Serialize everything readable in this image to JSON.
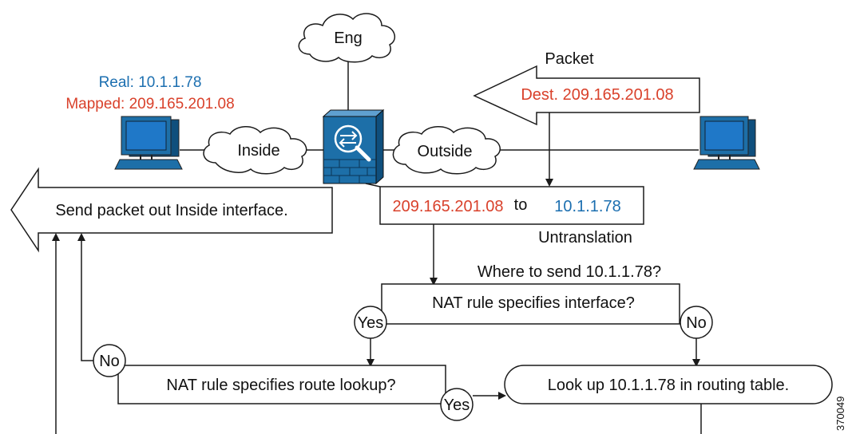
{
  "clouds": {
    "eng": "Eng",
    "inside": "Inside",
    "outside": "Outside"
  },
  "host": {
    "real_label": "Real: 10.1.1.78",
    "mapped_label": "Mapped: 209.165.201.08"
  },
  "packet": {
    "title": "Packet",
    "dest": "Dest. 209.165.201.08"
  },
  "untranslation": {
    "from": "209.165.201.08",
    "to_word": "to",
    "to": "10.1.1.78",
    "caption": "Untranslation"
  },
  "send_out": "Send packet out Inside interface.",
  "question": "Where to send 10.1.1.78?",
  "decision_interface": {
    "text": "NAT rule specifies interface?",
    "yes": "Yes",
    "no": "No"
  },
  "decision_route": {
    "text": "NAT rule specifies route lookup?",
    "yes": "Yes",
    "no": "No"
  },
  "lookup": "Look up 10.1.1.78 in routing table.",
  "figure_id": "370049",
  "colors": {
    "red": "#d9412b",
    "blue": "#1c6fb0",
    "device": "#1d6fa8",
    "screen": "#1f78c8"
  }
}
